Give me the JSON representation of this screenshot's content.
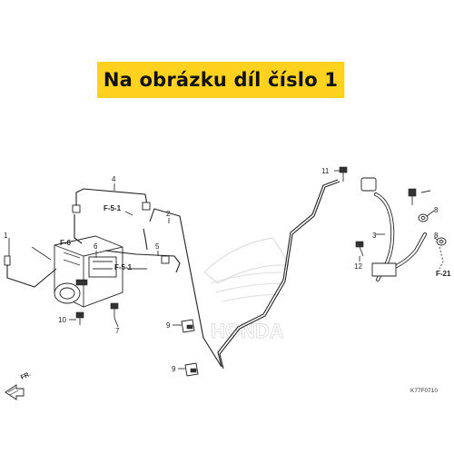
{
  "banner": {
    "text": "Na obrázku díl číslo 1"
  },
  "callouts": {
    "n1": "1",
    "n2": "2",
    "n3": "3",
    "n4": "4",
    "n5": "5",
    "n6": "6",
    "n7": "7",
    "n8a": "8",
    "n8b": "8",
    "n9a": "9",
    "n9b": "9",
    "n10": "10",
    "n11": "11",
    "n12": "12"
  },
  "references": {
    "f6": "F-6",
    "f51a": "F-5-1",
    "f51b": "F-5-1",
    "f21": "F-21"
  },
  "front_marker": "FR.",
  "watermark": "HONDA",
  "diagram_code": "K77F0710"
}
